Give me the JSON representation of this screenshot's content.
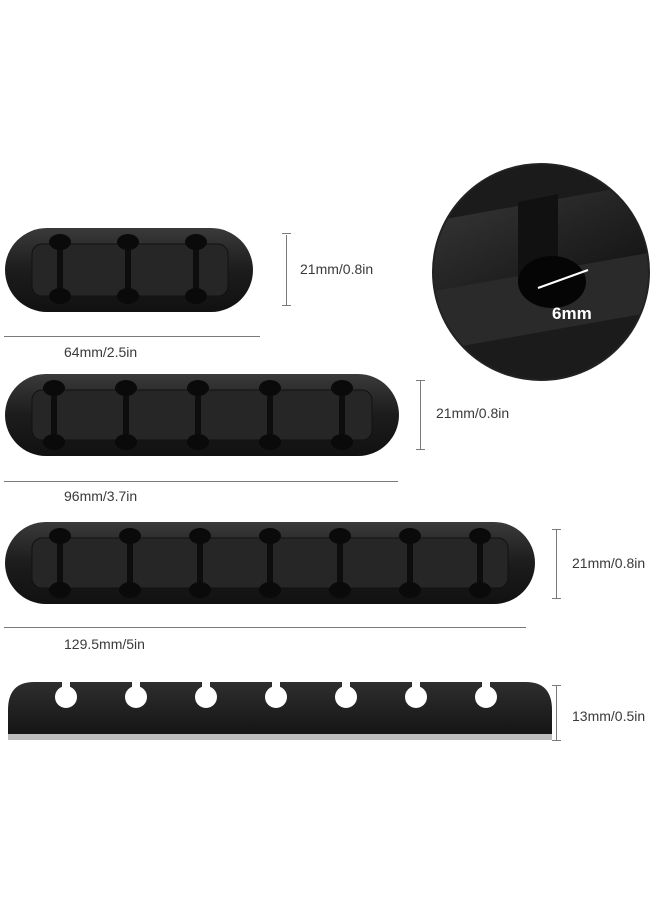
{
  "product_color": "#1e1e1e",
  "dimension_line_color": "#7a7a7a",
  "detail": {
    "slot_diameter": "6mm"
  },
  "clips": [
    {
      "name": "3-slot clip",
      "slots": 3,
      "width_label": "64mm/2.5in",
      "height_label": "21mm/0.8in"
    },
    {
      "name": "5-slot clip",
      "slots": 5,
      "width_label": "96mm/3.7in",
      "height_label": "21mm/0.8in"
    },
    {
      "name": "7-slot clip",
      "slots": 7,
      "width_label": "129.5mm/5in",
      "height_label": "21mm/0.8in"
    },
    {
      "name": "7-slot clip side view",
      "slots": 7,
      "height_label": "13mm/0.5in"
    }
  ]
}
